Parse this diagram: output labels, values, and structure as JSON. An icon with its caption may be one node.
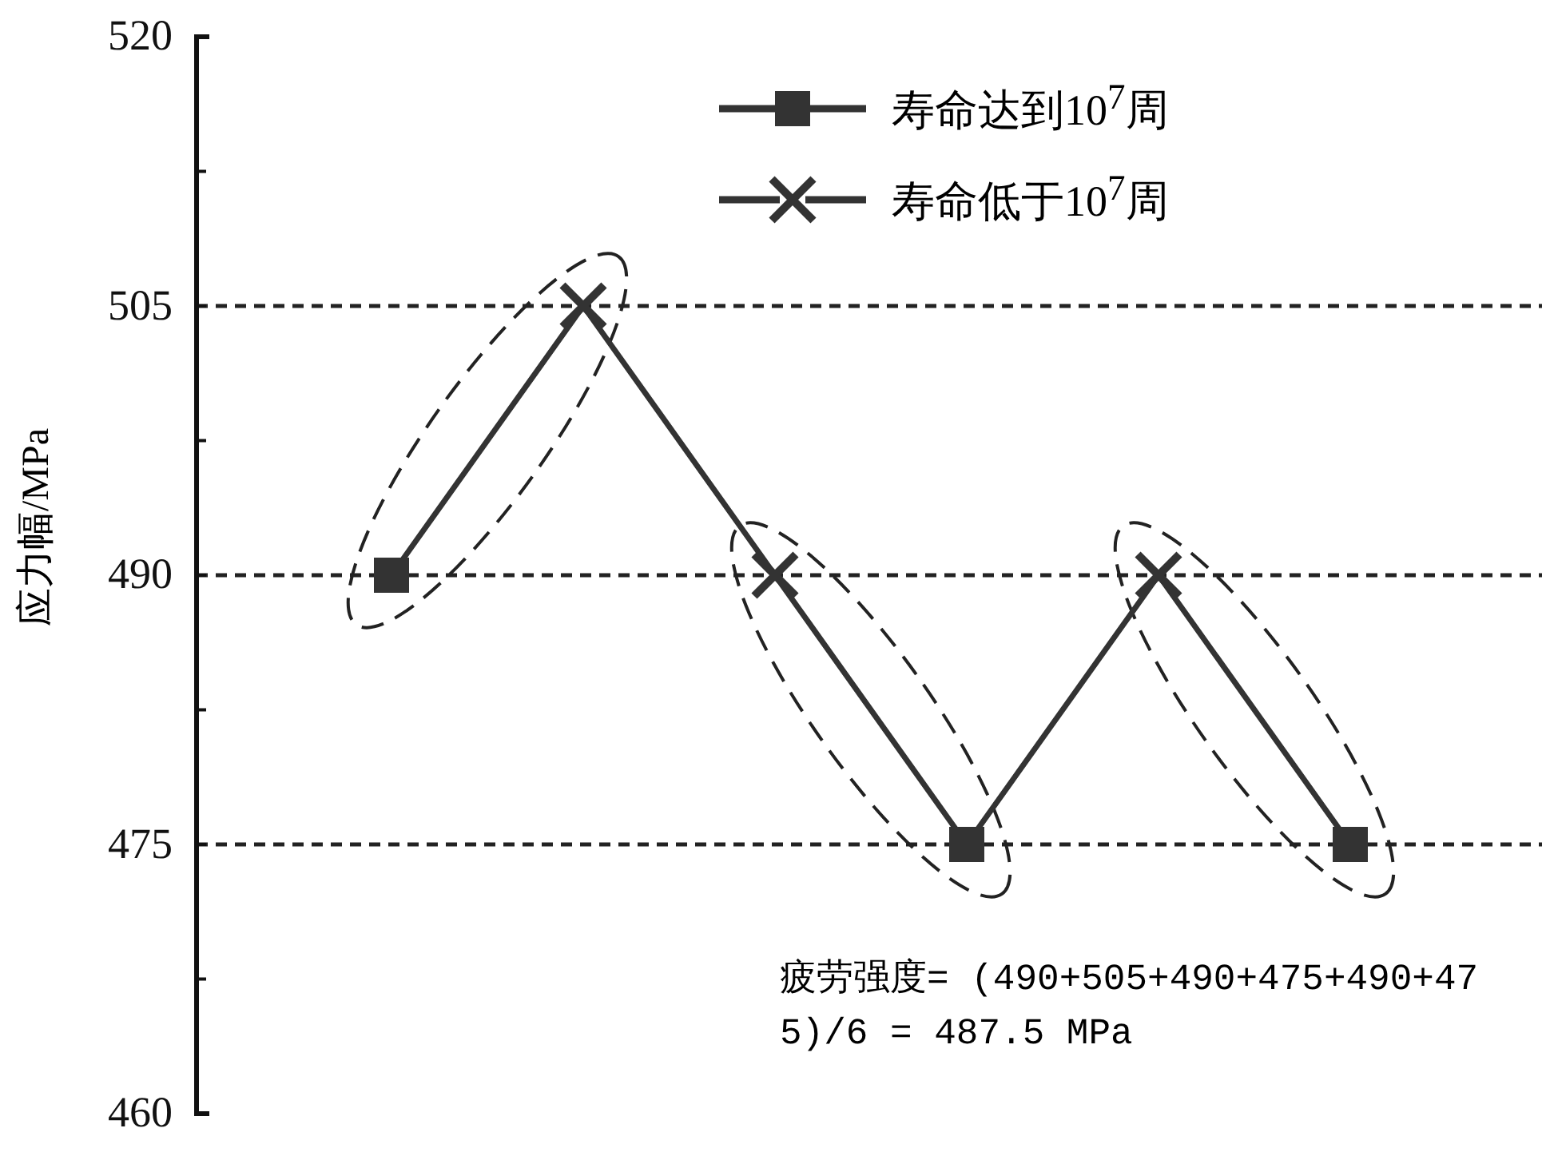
{
  "diagram": {
    "labels": [
      "疲劳强度= (490+505+490+475+490+475)/6 = 487.5 MPa"
    ],
    "chart_data": {
      "type": "line",
      "ylabel": "应力幅/MPa",
      "categories": [
        null,
        null,
        null,
        null,
        null,
        null
      ],
      "ylim": [
        460,
        520
      ],
      "yticks": [
        460,
        475,
        490,
        505,
        520
      ],
      "grid": "y-dashed",
      "series": [
        {
          "color": "#333333",
          "values": [
            490,
            505,
            490,
            475,
            490,
            475
          ],
          "marker": [
            "square",
            "cross",
            "cross",
            "square",
            "cross",
            "square"
          ]
        }
      ]
    },
    "legend": [
      {
        "text": "寿命达到10$^{7}$周"
      },
      {
        "text": "寿命低于10$^{7}$周"
      }
    ]
  }
}
